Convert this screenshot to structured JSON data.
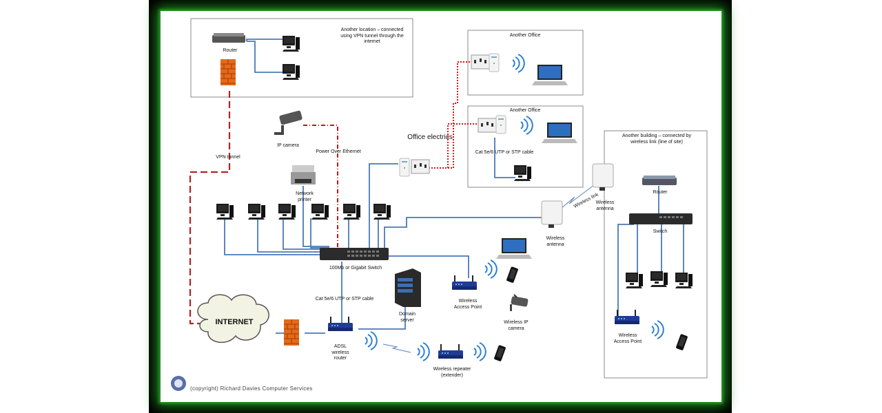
{
  "labels": {
    "remote_location_title": "Another location – connected using VPN tunnel through the internet",
    "remote_router": "Router",
    "vpn_tunnel": "VPN tunnel",
    "ip_camera": "IP camera",
    "power_over_ethernet": "Power Over Ethernet",
    "network_printer": "Network printer",
    "office_electrics": "Office electrics",
    "another_office_1": "Another Office",
    "another_office_2": "Another Office",
    "cat_cable_office": "Cat 5e/6 UTP or STP cable",
    "another_building_title": "Another building – connected by wireless link (line of site)",
    "building_router": "Router",
    "building_switch": "Switch",
    "wireless_antenna_right": "Wireless antenna",
    "wireless_antenna_left": "Wireless antenna",
    "wireless_link": "Wireless link",
    "main_switch": "100Mb or Gigabit Switch",
    "cat_cable_main": "Cat 5e/6 UTP or STP cable",
    "domain_server": "Domain server",
    "wap_main": "Wireless Access Point",
    "wireless_ip_camera": "Wireless IP camera",
    "internet": "INTERNET",
    "adsl_router": "ADSL wireless router",
    "repeater": "Wireless repeater (extender)",
    "wap_building": "Wireless Access Point",
    "copyright": "(copyright) Richard Davies Computer Services"
  },
  "colors": {
    "frame": "#000000",
    "glow": "#1f8a1f",
    "lan_cable": "#4a78b8",
    "vpn": "#b22222",
    "poe": "#cc1111",
    "power_line": "#e01010",
    "box_border": "#888888"
  },
  "icons": [
    "router-icon",
    "desktop-pc-icon",
    "firewall-icon",
    "ip-camera-icon",
    "printer-icon",
    "switch-icon",
    "server-icon",
    "laptop-icon",
    "smartphone-icon",
    "wireless-router-icon",
    "powerline-adapter-icon",
    "wall-socket-icon",
    "wireless-antenna-icon",
    "wifi-waves-icon",
    "cloud-icon",
    "copyright-logo-icon"
  ]
}
